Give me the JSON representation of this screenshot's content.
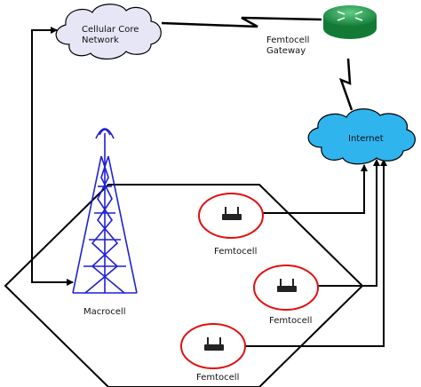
{
  "nodes": {
    "cellular_core": {
      "line1": "Cellular Core",
      "line2": "Network"
    },
    "gateway": {
      "line1": "Femtocell",
      "line2": "Gateway"
    },
    "internet": {
      "label": "Internet"
    },
    "macrocell": {
      "label": "Macrocell"
    },
    "femtocells": [
      {
        "label": "Femtocell"
      },
      {
        "label": "Femtocell"
      },
      {
        "label": "Femtocell"
      }
    ]
  },
  "colors": {
    "cloud_core_fill": "#e6e6f7",
    "cloud_internet_fill": "#2fb4ee",
    "tower": "#1f1fd6",
    "gateway_green": "#1f9a4a",
    "femto_ring": "#e01010",
    "line": "#000000"
  },
  "icons": [
    "cloud-icon",
    "router-icon",
    "tower-icon",
    "femtocell-icon",
    "lightning-link-icon"
  ]
}
